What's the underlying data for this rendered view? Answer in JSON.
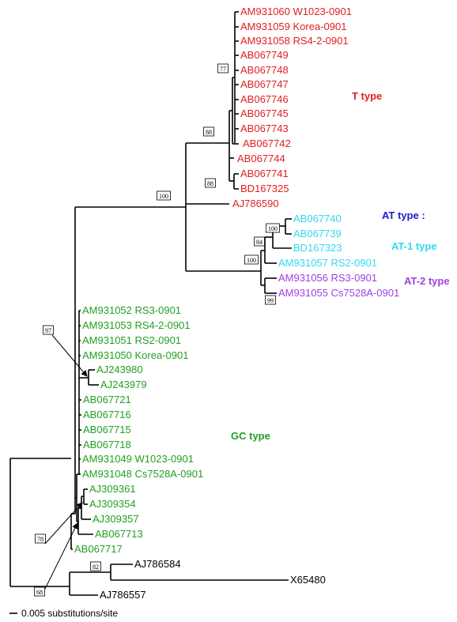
{
  "colors": {
    "t": "#e02020",
    "at1": "#33d9f0",
    "at2": "#a040e0",
    "at_head": "#1a1acc",
    "gc": "#22a022",
    "out": "#000000"
  },
  "leaves": [
    {
      "label": "AM931060  W1023-0901",
      "group": "t"
    },
    {
      "label": "AM931059  Korea-0901",
      "group": "t"
    },
    {
      "label": "AM931058  RS4-2-0901",
      "group": "t"
    },
    {
      "label": "AB067749",
      "group": "t"
    },
    {
      "label": "AB067748",
      "group": "t"
    },
    {
      "label": "AB067747",
      "group": "t"
    },
    {
      "label": "AB067746",
      "group": "t"
    },
    {
      "label": "AB067745",
      "group": "t"
    },
    {
      "label": "AB067743",
      "group": "t"
    },
    {
      "label": "AB067742",
      "group": "t"
    },
    {
      "label": "AB067744",
      "group": "t"
    },
    {
      "label": "AB067741",
      "group": "t"
    },
    {
      "label": "BD167325",
      "group": "t"
    },
    {
      "label": "AJ786590",
      "group": "t"
    },
    {
      "label": "AB067740",
      "group": "at1"
    },
    {
      "label": "AB067739",
      "group": "at1"
    },
    {
      "label": "BD167323",
      "group": "at1"
    },
    {
      "label": "AM931057  RS2-0901",
      "group": "at1"
    },
    {
      "label": "AM931056  RS3-0901",
      "group": "at2"
    },
    {
      "label": "AM931055  Cs7528A-0901",
      "group": "at2"
    },
    {
      "label": "AM931052  RS3-0901",
      "group": "gc"
    },
    {
      "label": "AM931053  RS4-2-0901",
      "group": "gc"
    },
    {
      "label": "AM931051  RS2-0901",
      "group": "gc"
    },
    {
      "label": "AM931050  Korea-0901",
      "group": "gc"
    },
    {
      "label": "AJ243980",
      "group": "gc"
    },
    {
      "label": "AJ243979",
      "group": "gc"
    },
    {
      "label": "AB067721",
      "group": "gc"
    },
    {
      "label": "AB067716",
      "group": "gc"
    },
    {
      "label": "AB067715",
      "group": "gc"
    },
    {
      "label": "AB067718",
      "group": "gc"
    },
    {
      "label": "AM931049  W1023-0901",
      "group": "gc"
    },
    {
      "label": "AM931048  Cs7528A-0901",
      "group": "gc"
    },
    {
      "label": "AJ309361",
      "group": "gc"
    },
    {
      "label": "AJ309354",
      "group": "gc"
    },
    {
      "label": "AJ309357",
      "group": "gc"
    },
    {
      "label": "AB067713",
      "group": "gc"
    },
    {
      "label": "AB067717",
      "group": "gc"
    },
    {
      "label": "AJ786584",
      "group": "out"
    },
    {
      "label": "X65480",
      "group": "out"
    },
    {
      "label": "AJ786557",
      "group": "out"
    }
  ],
  "bootstraps": [
    "77",
    "88",
    "88",
    "100",
    "100",
    "84",
    "100",
    "99",
    "97",
    "78",
    "68",
    "82"
  ],
  "groups": {
    "t": "T type",
    "at_head": "AT type :",
    "at1": "AT-1 type",
    "at2": "AT-2 type",
    "gc": "GC type"
  },
  "scale_label": "0.005 substitutions/site"
}
